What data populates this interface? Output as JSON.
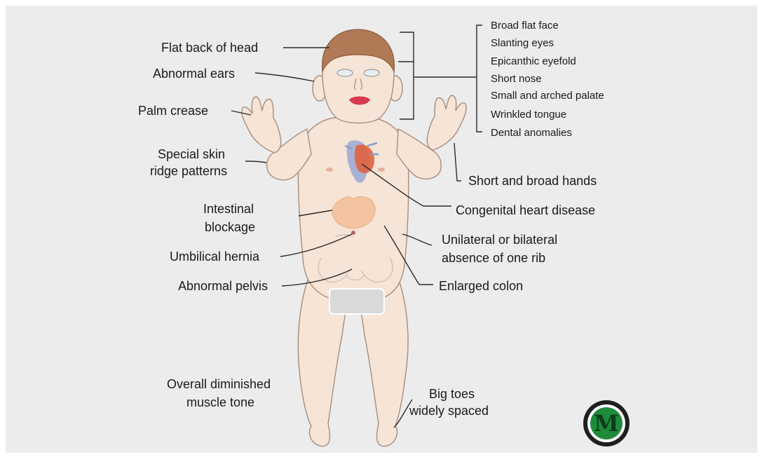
{
  "labels_left": {
    "flat_back_of_head": "Flat back of head",
    "abnormal_ears": "Abnormal ears",
    "palm_crease": "Palm crease",
    "special_skin_ridge": [
      "Special skin",
      "ridge patterns"
    ],
    "intestinal_blockage": [
      "Intestinal",
      "blockage"
    ],
    "umbilical_hernia": "Umbilical hernia",
    "abnormal_pelvis": "Abnormal pelvis",
    "muscle_tone": [
      "Overall diminished",
      "muscle tone"
    ]
  },
  "labels_right": {
    "face_features": [
      "Broad flat face",
      "Slanting eyes",
      "Epicanthic eyefold",
      "Short nose",
      "Small and arched palate",
      "Wrinkled tongue",
      "Dental anomalies"
    ],
    "short_broad_hands": "Short and broad hands",
    "congenital_heart": "Congenital heart disease",
    "absence_rib": [
      "Unilateral or bilateral",
      "absence of one rib"
    ],
    "enlarged_colon": "Enlarged colon",
    "big_toes": [
      "Big toes",
      "widely spaced"
    ]
  },
  "logo": {
    "letter": "M",
    "colors": {
      "ring": "#1f1f1f",
      "fill": "#1e8b3a"
    }
  },
  "colors": {
    "skin": "#f6e4d6",
    "hair": "#b07a56",
    "lips": "#d63a4f",
    "stomach": "#f3c49f"
  }
}
